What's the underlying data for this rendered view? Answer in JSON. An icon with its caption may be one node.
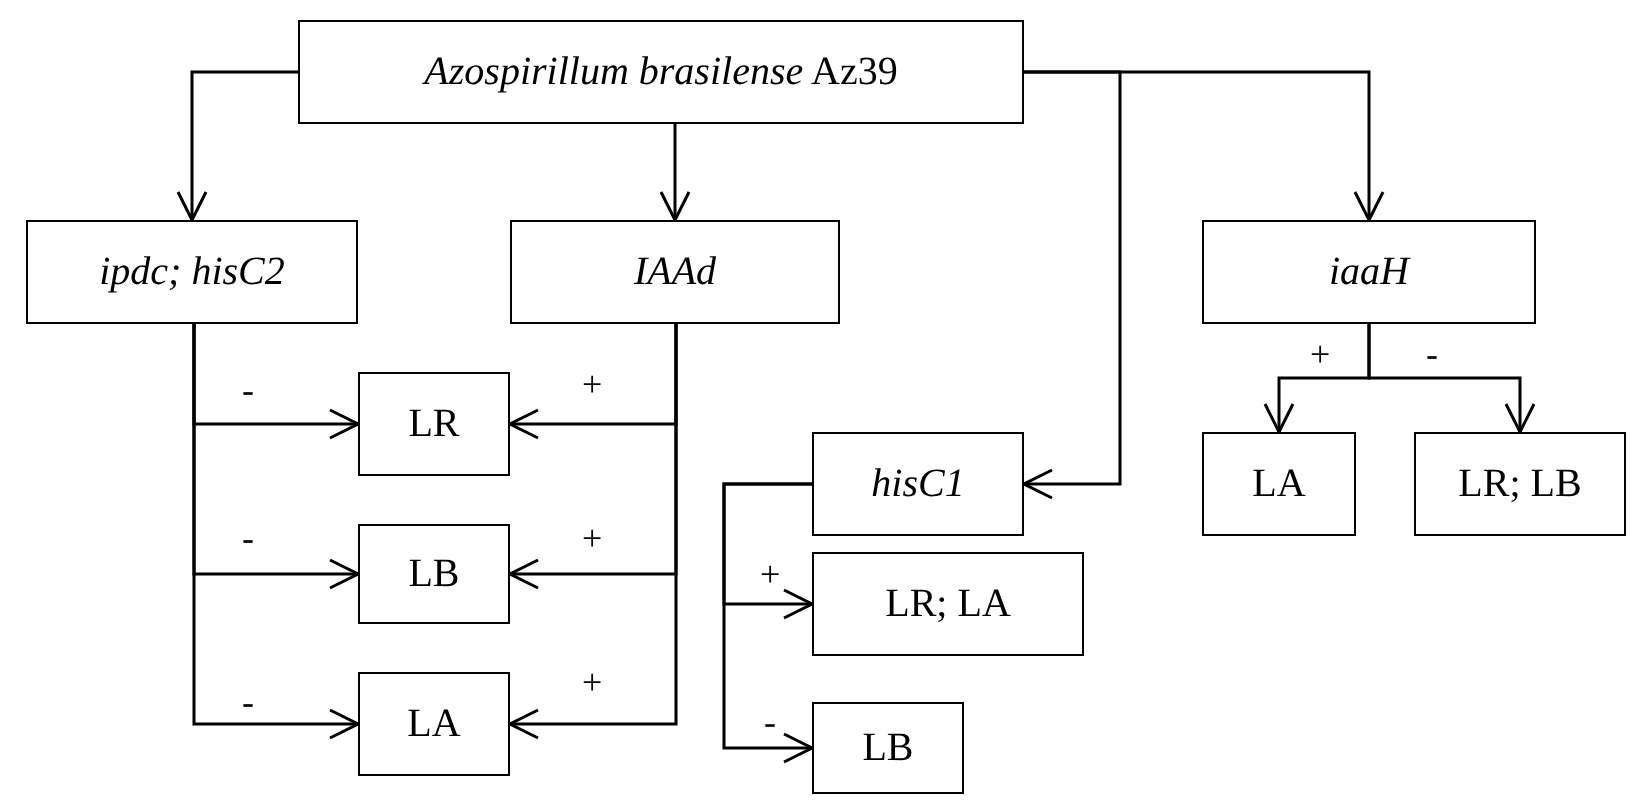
{
  "diagram": {
    "nodes": [
      {
        "text": [
          "*Azospirillum brasilense* Az39"
        ]
      },
      {
        "text": [
          "ipdc; hisC2"
        ]
      },
      {
        "text": [
          "IAAd"
        ]
      },
      {
        "text": [
          "LR"
        ]
      },
      {
        "text": [
          "LB"
        ]
      },
      {
        "text": [
          "LA"
        ]
      },
      {
        "text": [
          "hisC1"
        ]
      },
      {
        "text": [
          "LR; LA"
        ]
      },
      {
        "text": [
          "LB"
        ]
      },
      {
        "text": [
          "iaaH"
        ]
      },
      {
        "text": [
          "LA"
        ]
      },
      {
        "text": [
          "LR; LB"
        ]
      }
    ],
    "edges": [
      {
        "from": 0,
        "to": 1,
        "arrow": "to"
      },
      {
        "from": 0,
        "to": 2,
        "arrow": "to"
      },
      {
        "from": 0,
        "to": 6,
        "arrow": "to"
      },
      {
        "from": 0,
        "to": 9,
        "arrow": "to"
      },
      {
        "from": 1,
        "to": 3,
        "arrow": "to",
        "label": "-"
      },
      {
        "from": 1,
        "to": 4,
        "arrow": "to",
        "label": "-"
      },
      {
        "from": 1,
        "to": 5,
        "arrow": "to",
        "label": "-"
      },
      {
        "from": 2,
        "to": 3,
        "arrow": "to",
        "label": "+"
      },
      {
        "from": 2,
        "to": 4,
        "arrow": "to",
        "label": "+"
      },
      {
        "from": 2,
        "to": 5,
        "arrow": "to",
        "label": "+"
      },
      {
        "from": 6,
        "to": 7,
        "arrow": "to",
        "label": "+"
      },
      {
        "from": 6,
        "to": 8,
        "arrow": "to",
        "label": "-"
      },
      {
        "from": 9,
        "to": 10,
        "arrow": "to",
        "label": "+"
      },
      {
        "from": 9,
        "to": 11,
        "arrow": "to",
        "label": "-"
      }
    ]
  }
}
